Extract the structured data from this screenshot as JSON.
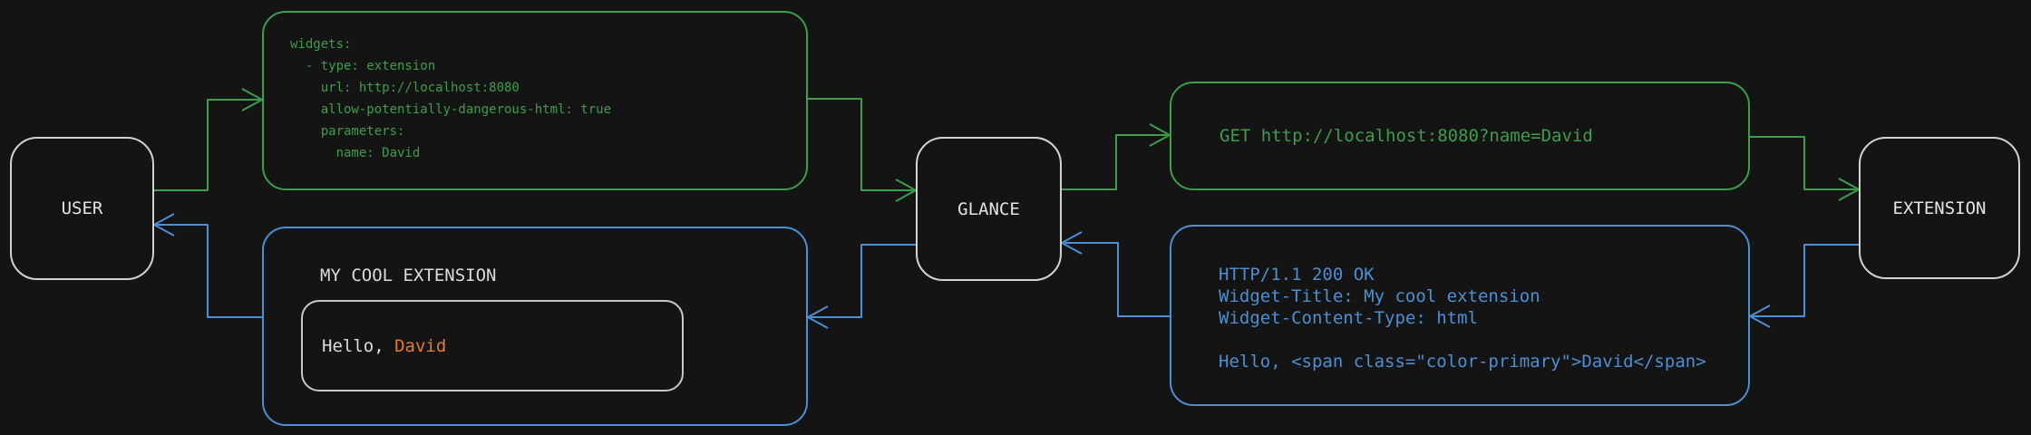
{
  "colors": {
    "background": "#141414",
    "green": "#3b9e4a",
    "blue": "#4a90d4",
    "orange": "#e8782d",
    "node_border": "#d2d2d2",
    "inner_border": "#c9c9c9",
    "label": "#e4e4e4",
    "text_light": "#dcdcdc"
  },
  "nodes": {
    "user": {
      "label": "USER"
    },
    "glance": {
      "label": "GLANCE"
    },
    "extension": {
      "label": "EXTENSION"
    }
  },
  "widgets_config": {
    "lines": [
      "widgets:",
      "  - type: extension",
      "    url: http://localhost:8080",
      "    allow-potentially-dangerous-html: true",
      "    parameters:",
      "      name: David"
    ]
  },
  "request": {
    "line": "GET http://localhost:8080?name=David"
  },
  "response": {
    "lines": [
      "HTTP/1.1 200 OK",
      "Widget-Title: My cool extension",
      "Widget-Content-Type: html",
      "",
      "Hello, <span class=\"color-primary\">David</span>"
    ]
  },
  "widget_preview": {
    "title": "MY COOL EXTENSION",
    "greeting_prefix": "Hello, ",
    "greeting_name": "David"
  }
}
